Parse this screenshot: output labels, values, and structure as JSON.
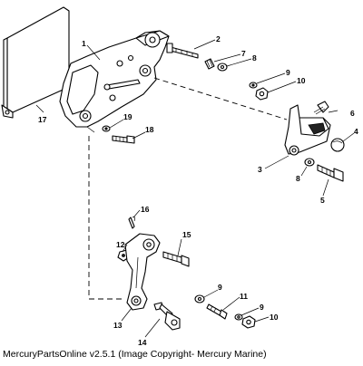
{
  "footer": {
    "text": "MercuryPartsOnline v2.5.1 (Image Copyright- Mercury Marine)"
  },
  "callouts": [
    {
      "id": "c1",
      "label": "1"
    },
    {
      "id": "c2",
      "label": "2"
    },
    {
      "id": "c3",
      "label": "3"
    },
    {
      "id": "c4",
      "label": "4"
    },
    {
      "id": "c5",
      "label": "5"
    },
    {
      "id": "c6",
      "label": "6"
    },
    {
      "id": "c7",
      "label": "7"
    },
    {
      "id": "c8a",
      "label": "8"
    },
    {
      "id": "c8b",
      "label": "8"
    },
    {
      "id": "c9a",
      "label": "9"
    },
    {
      "id": "c9b",
      "label": "9"
    },
    {
      "id": "c9c",
      "label": "9"
    },
    {
      "id": "c10a",
      "label": "10"
    },
    {
      "id": "c10b",
      "label": "10"
    },
    {
      "id": "c11",
      "label": "11"
    },
    {
      "id": "c12",
      "label": "12"
    },
    {
      "id": "c13",
      "label": "13"
    },
    {
      "id": "c14",
      "label": "14"
    },
    {
      "id": "c15",
      "label": "15"
    },
    {
      "id": "c16",
      "label": "16"
    },
    {
      "id": "c17",
      "label": "17"
    },
    {
      "id": "c18",
      "label": "18"
    },
    {
      "id": "c19",
      "label": "19"
    }
  ]
}
